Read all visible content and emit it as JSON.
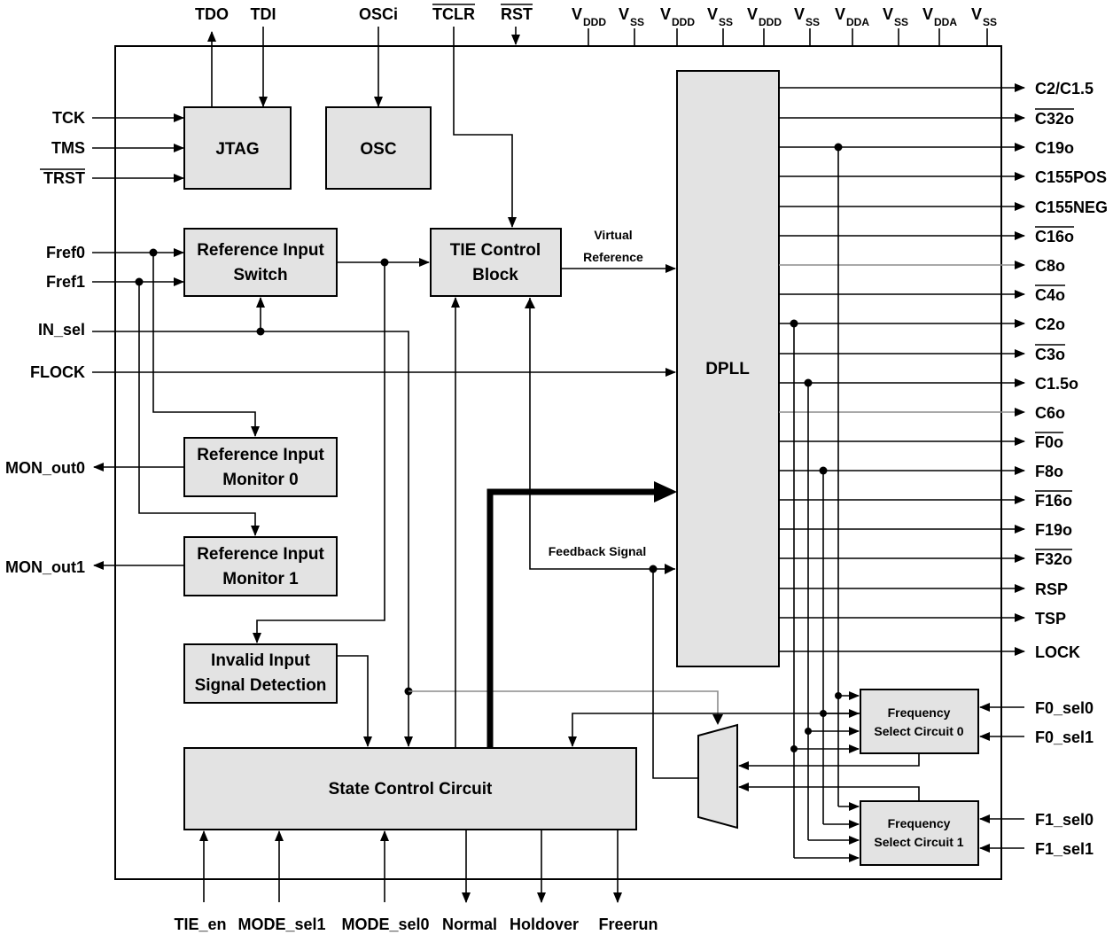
{
  "top_pins": {
    "tdo": "TDO",
    "tdi": "TDI",
    "osci": "OSCi",
    "tclr": "TCLR",
    "rst": "RST"
  },
  "supply_pins": [
    {
      "base": "V",
      "sub": "DDD"
    },
    {
      "base": "V",
      "sub": "SS"
    },
    {
      "base": "V",
      "sub": "DDD"
    },
    {
      "base": "V",
      "sub": "SS"
    },
    {
      "base": "V",
      "sub": "DDD"
    },
    {
      "base": "V",
      "sub": "SS"
    },
    {
      "base": "V",
      "sub": "DDA"
    },
    {
      "base": "V",
      "sub": "SS"
    },
    {
      "base": "V",
      "sub": "DDA"
    },
    {
      "base": "V",
      "sub": "SS"
    }
  ],
  "left_pins": {
    "tck": "TCK",
    "tms": "TMS",
    "trst": "TRST",
    "fref0": "Fref0",
    "fref1": "Fref1",
    "in_sel": "IN_sel",
    "flock": "FLOCK",
    "mon_out0": "MON_out0",
    "mon_out1": "MON_out1"
  },
  "blocks": {
    "jtag": "JTAG",
    "osc": "OSC",
    "ref_switch": [
      "Reference Input",
      "Switch"
    ],
    "tie_control": [
      "TIE Control",
      "Block"
    ],
    "dpll": "DPLL",
    "ref_monitor0": [
      "Reference Input",
      "Monitor 0"
    ],
    "ref_monitor1": [
      "Reference Input",
      "Monitor 1"
    ],
    "invalid_detect": [
      "Invalid Input",
      "Signal Detection"
    ],
    "state_control": "State Control Circuit",
    "freq_select0": [
      "Frequency",
      "Select Circuit 0"
    ],
    "freq_select1": [
      "Frequency",
      "Select Circuit 1"
    ]
  },
  "signals": {
    "virtual_reference": [
      "Virtual",
      "Reference"
    ],
    "feedback": "Feedback Signal"
  },
  "right_outputs": [
    {
      "label": "C2/C1.5",
      "overbar": false
    },
    {
      "label": "C32o",
      "overbar": true
    },
    {
      "label": "C19o",
      "overbar": false
    },
    {
      "label": "C155POS",
      "overbar": false
    },
    {
      "label": "C155NEG",
      "overbar": false
    },
    {
      "label": "C16o",
      "overbar": true
    },
    {
      "label": "C8o",
      "overbar": false
    },
    {
      "label": "C4o",
      "overbar": true
    },
    {
      "label": "C2o",
      "overbar": false
    },
    {
      "label": "C3o",
      "overbar": true
    },
    {
      "label": "C1.5o",
      "overbar": false
    },
    {
      "label": "C6o",
      "overbar": false
    },
    {
      "label": "F0o",
      "overbar": true
    },
    {
      "label": "F8o",
      "overbar": false
    },
    {
      "label": "F16o",
      "overbar": true
    },
    {
      "label": "F19o",
      "overbar": false
    },
    {
      "label": "F32o",
      "overbar": true
    },
    {
      "label": "RSP",
      "overbar": false
    },
    {
      "label": "TSP",
      "overbar": false
    },
    {
      "label": "LOCK",
      "overbar": false
    }
  ],
  "right_inputs": {
    "f0_sel0": "F0_sel0",
    "f0_sel1": "F0_sel1",
    "f1_sel0": "F1_sel0",
    "f1_sel1": "F1_sel1"
  },
  "bottom_pins": {
    "tie_en": "TIE_en",
    "mode_sel1": "MODE_sel1",
    "mode_sel0": "MODE_sel0",
    "normal": "Normal",
    "holdover": "Holdover",
    "freerun": "Freerun"
  }
}
